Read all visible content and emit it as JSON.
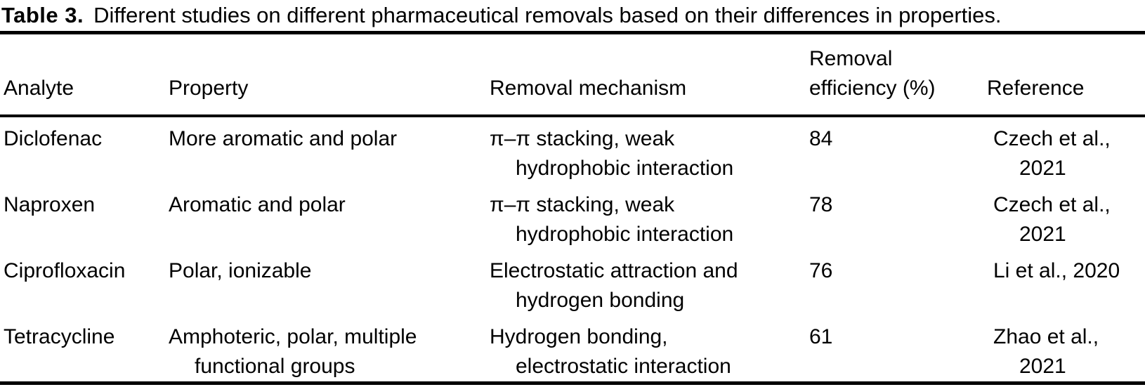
{
  "title": {
    "label": "Table 3.",
    "text": "Different studies on different pharmaceutical removals based on their differences in properties."
  },
  "table": {
    "headers": [
      {
        "text": "Analyte"
      },
      {
        "text": "Property"
      },
      {
        "text": "Removal mechanism"
      },
      {
        "text": "Removal\nefficiency (%)"
      },
      {
        "text": "Reference"
      }
    ],
    "rows": [
      {
        "analyte": "Diclofenac",
        "property": "More aromatic and polar",
        "mechanism": "π–π stacking, weak\nhydrophobic interaction",
        "efficiency": "84",
        "reference": "Czech et al.,\n2021"
      },
      {
        "analyte": "Naproxen",
        "property": "Aromatic and polar",
        "mechanism": "π–π stacking, weak\nhydrophobic interaction",
        "efficiency": "78",
        "reference": "Czech et al.,\n2021"
      },
      {
        "analyte": "Ciprofloxacin",
        "property": "Polar, ionizable",
        "mechanism": "Electrostatic attraction and\nhydrogen bonding",
        "efficiency": "76",
        "reference": "Li et al., 2020"
      },
      {
        "analyte": "Tetracycline",
        "property": "Amphoteric, polar, multiple\nfunctional groups",
        "mechanism": "Hydrogen bonding,\nelectrostatic interaction",
        "efficiency": "61",
        "reference": "Zhao et al.,\n2021"
      }
    ]
  },
  "colors": {
    "text": "#000000",
    "background": "#ffffff",
    "rule": "#000000"
  }
}
